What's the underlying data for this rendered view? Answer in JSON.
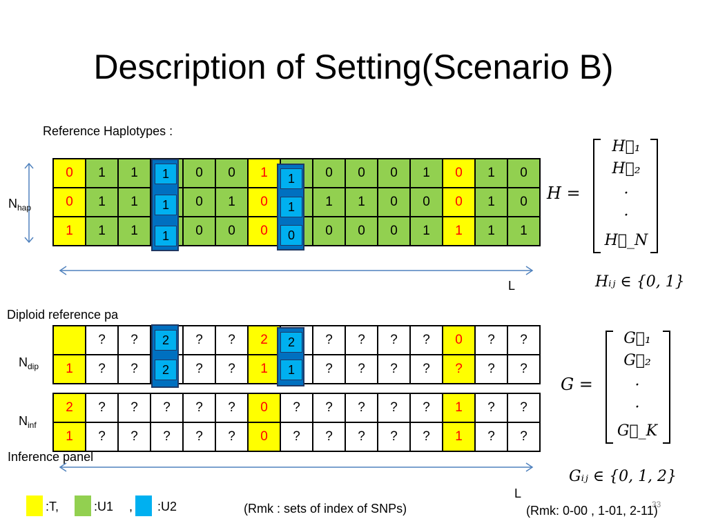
{
  "title": "Description of Setting(Scenario B)",
  "labels": {
    "reference_haplotypes": "Reference Haplotypes :",
    "n_hap_main": "N",
    "n_hap_sub": "hap",
    "L_top": "L",
    "diploid_reference": "Diploid reference pa",
    "n_dip_main": "N",
    "n_dip_sub": "dip",
    "n_inf_main": "N",
    "n_inf_sub": "inf",
    "inference_panel": "Inference panel",
    "L_bottom": "L"
  },
  "haplotype_rows": [
    [
      "0",
      "1",
      "1",
      "",
      "0",
      "0",
      "1",
      "",
      "0",
      "0",
      "0",
      "1",
      "0",
      "1",
      "0"
    ],
    [
      "0",
      "1",
      "1",
      "",
      "0",
      "1",
      "0",
      "",
      "1",
      "1",
      "0",
      "0",
      "0",
      "1",
      "0"
    ],
    [
      "1",
      "1",
      "1",
      "",
      "0",
      "0",
      "0",
      "",
      "0",
      "0",
      "0",
      "1",
      "1",
      "1",
      "1"
    ]
  ],
  "haplotype_overlay_col4": [
    "1",
    "1",
    "1"
  ],
  "haplotype_overlay_col8": [
    "1",
    "1",
    "0"
  ],
  "diploid_rows": [
    [
      "",
      "?",
      "?",
      "",
      "?",
      "?",
      "2",
      "",
      "?",
      "?",
      "?",
      "?",
      "0",
      "?",
      "?"
    ],
    [
      "1",
      "?",
      "?",
      "",
      "?",
      "?",
      "1",
      "",
      "?",
      "?",
      "?",
      "?",
      "?",
      "?",
      "?"
    ]
  ],
  "diploid_overlay_col4": [
    "2",
    "2"
  ],
  "diploid_overlay_col8": [
    "2",
    "1"
  ],
  "inference_rows": [
    [
      "2",
      "?",
      "?",
      "?",
      "?",
      "?",
      "0",
      "?",
      "?",
      "?",
      "?",
      "?",
      "1",
      "?",
      "?"
    ],
    [
      "1",
      "?",
      "?",
      "?",
      "?",
      "?",
      "0",
      "?",
      "?",
      "?",
      "?",
      "?",
      "1",
      "?",
      "?"
    ]
  ],
  "math": {
    "H_lhs": "H =",
    "H_rows": [
      "H⃗₁",
      "H⃗₂",
      "·",
      "·",
      "H⃗_N"
    ],
    "H_domain": "Hᵢⱼ ∈ {0, 1}",
    "G_lhs": "G =",
    "G_rows": [
      "G⃗₁",
      "G⃗₂",
      "·",
      "·",
      "G⃗_K"
    ],
    "G_domain": "Gᵢⱼ ∈ {0, 1, 2}"
  },
  "legend": {
    "t_label": ":T,",
    "u1_label": ":U1",
    "sep": ",",
    "u2_label": ":U2"
  },
  "remark_snps": "(Rmk : sets of index of SNPs)",
  "remark_codes": "(Rmk: 0-00 , 1-01, 2-11)",
  "slide_number": "33",
  "colors": {
    "target_yellow": "#ffff00",
    "u1_green": "#92d050",
    "u2_blue": "#00b0f0",
    "highlight_red": "#ff0000",
    "arrow_blue": "#4f81bd"
  }
}
